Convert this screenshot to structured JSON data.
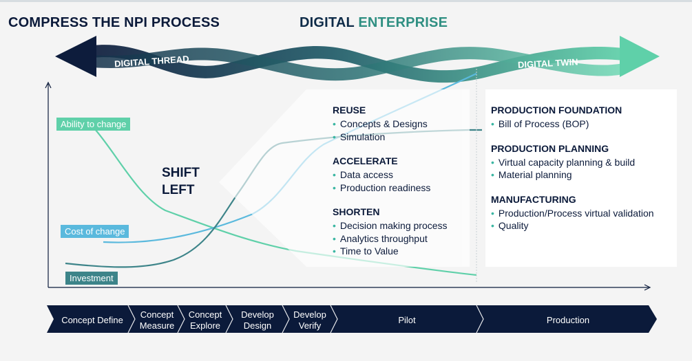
{
  "header": {
    "left_title": "COMPRESS THE NPI PROCESS",
    "center_word1": "DIGITAL",
    "center_word2": "ENTERPRISE"
  },
  "arrows": {
    "left": "DIGITAL THREAD",
    "right": "DIGITAL TWIN"
  },
  "curves": {
    "ability": "Ability to change",
    "cost": "Cost of change",
    "investment": "Investment"
  },
  "shift": {
    "line1": "SHIFT",
    "line2": "LEFT"
  },
  "middle_column": [
    {
      "heading": "REUSE",
      "items": [
        "Concepts & Designs",
        "Simulation"
      ]
    },
    {
      "heading": "ACCELERATE",
      "items": [
        "Data access",
        "Production readiness"
      ]
    },
    {
      "heading": "SHORTEN",
      "items": [
        "Decision making process",
        "Analytics throughput",
        "Time to Value"
      ]
    }
  ],
  "right_column": [
    {
      "heading": "PRODUCTION FOUNDATION",
      "items": [
        "Bill of Process (BOP)"
      ]
    },
    {
      "heading": "PRODUCTION PLANNING",
      "items": [
        "Virtual capacity planning & build",
        "Material planning"
      ]
    },
    {
      "heading": "MANUFACTURING",
      "items": [
        "Production/Process virtual validation",
        "Quality"
      ]
    }
  ],
  "stages": [
    {
      "line1": "Concept Define",
      "line2": ""
    },
    {
      "line1": "Concept",
      "line2": "Measure"
    },
    {
      "line1": "Concept",
      "line2": "Explore"
    },
    {
      "line1": "Develop",
      "line2": "Design"
    },
    {
      "line1": "Develop",
      "line2": "Verify"
    },
    {
      "line1": "Pilot",
      "line2": ""
    },
    {
      "line1": "Production",
      "line2": ""
    }
  ],
  "colors": {
    "navy": "#0b1a3a",
    "teal_dark": "#3d8489",
    "green": "#5fd0a9",
    "blue": "#5ab9dd",
    "stage_bar": "#0b1a3a"
  }
}
